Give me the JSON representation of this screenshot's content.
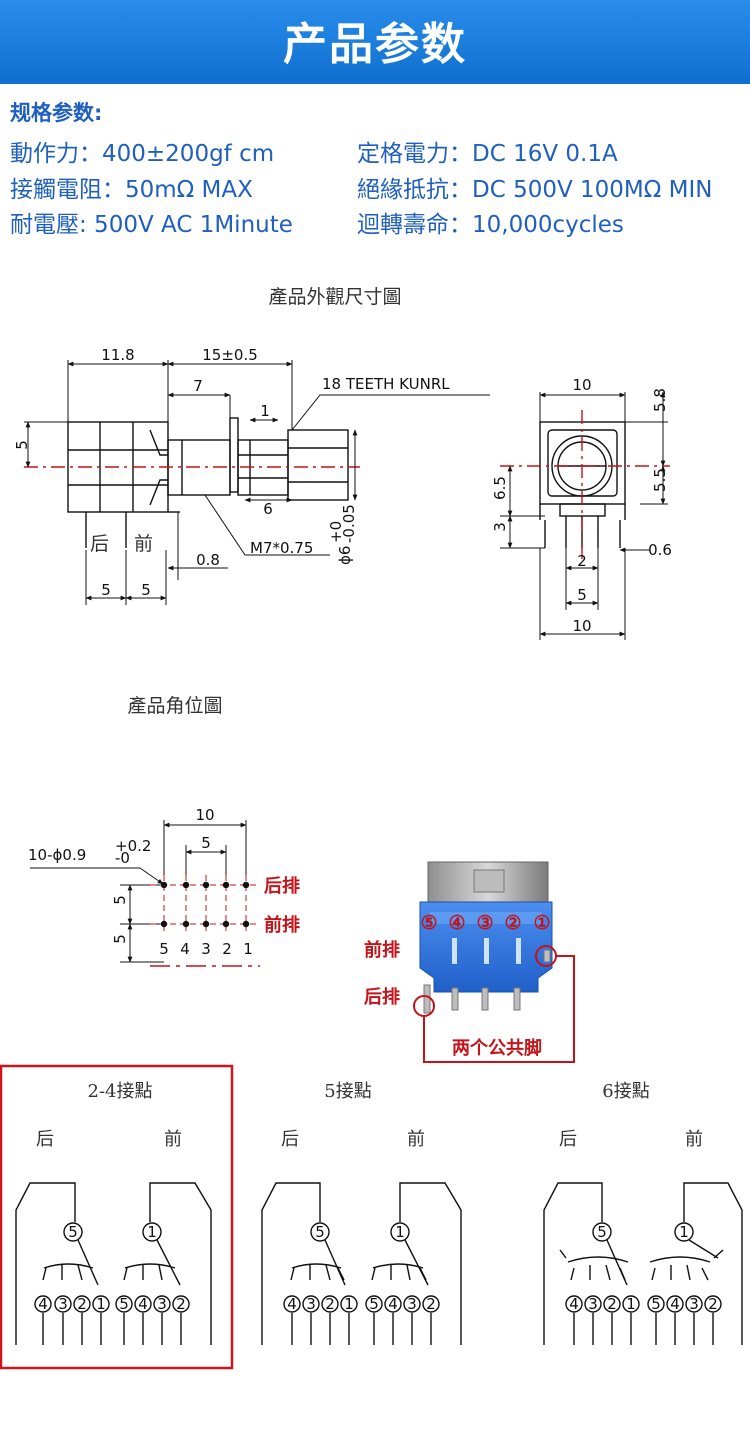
{
  "header": {
    "title": "产品参数",
    "color": "#1a7ee0"
  },
  "specs": {
    "heading": "规格参数:",
    "operating_force": "動作力：400±200gf cm",
    "rated_power": "定格電力：DC 16V 0.1A",
    "contact_resistance": "接觸電阻：50mΩ MAX",
    "insulation_resistance": "絕緣抵抗：DC 500V 100MΩ MIN",
    "withstand_voltage": "耐電壓: 500V AC 1Minute",
    "rotation_life": "迴轉壽命：10,000cycles"
  },
  "dimension_drawing": {
    "title": "產品外觀尺寸圖",
    "labels": {
      "d11_8": "11.8",
      "d15": "15±0.5",
      "d7": "7",
      "d1": "1",
      "knurl": "18 TEETH KUNRL",
      "d5_left": "5",
      "d6": "6",
      "back": "后",
      "front": "前",
      "thread": "M7*0.75",
      "d0_8": "0.8",
      "shaft_dia": "ϕ6",
      "tol_top": "+0",
      "tol_bottom": "-0.05",
      "pitch_a": "5",
      "pitch_b": "5",
      "r10_top": "10",
      "r5_8": "5.8",
      "r6_5": "6.5",
      "r5_5": "5.5",
      "r3": "3",
      "r0_6": "0.6",
      "r2": "2",
      "r5": "5",
      "r10_bottom": "10"
    }
  },
  "angle_drawing": {
    "title": "產品角位圖",
    "hole_spec": "10-ϕ0.9",
    "tol_top": "+0.2",
    "tol_bottom": "-0",
    "d10": "10",
    "d5_h": "5",
    "d5_v1": "5",
    "d5_v2": "5",
    "back_row": "后排",
    "front_row": "前排",
    "pin_numbers": [
      "5",
      "4",
      "3",
      "2",
      "1"
    ]
  },
  "photo": {
    "pin_circles": [
      "⑤",
      "④",
      "③",
      "②",
      "①"
    ],
    "front_row": "前排",
    "back_row": "后排",
    "common_pins": "两个公共脚",
    "accent": "#c4141a"
  },
  "configs": [
    {
      "title": "2-4接點",
      "back": "后",
      "front": "前",
      "left_common": "5",
      "right_common": "1",
      "left_pins": [
        "4",
        "3",
        "2",
        "1"
      ],
      "right_pins": [
        "5",
        "4",
        "3",
        "2"
      ]
    },
    {
      "title": "5接點",
      "back": "后",
      "front": "前",
      "left_common": "5",
      "right_common": "1",
      "left_pins": [
        "4",
        "3",
        "2",
        "1"
      ],
      "right_pins": [
        "5",
        "4",
        "3",
        "2"
      ]
    },
    {
      "title": "6接點",
      "back": "后",
      "front": "前",
      "left_common": "5",
      "right_common": "1",
      "left_pins": [
        "4",
        "3",
        "2",
        "1"
      ],
      "right_pins": [
        "5",
        "4",
        "3",
        "2"
      ]
    }
  ]
}
